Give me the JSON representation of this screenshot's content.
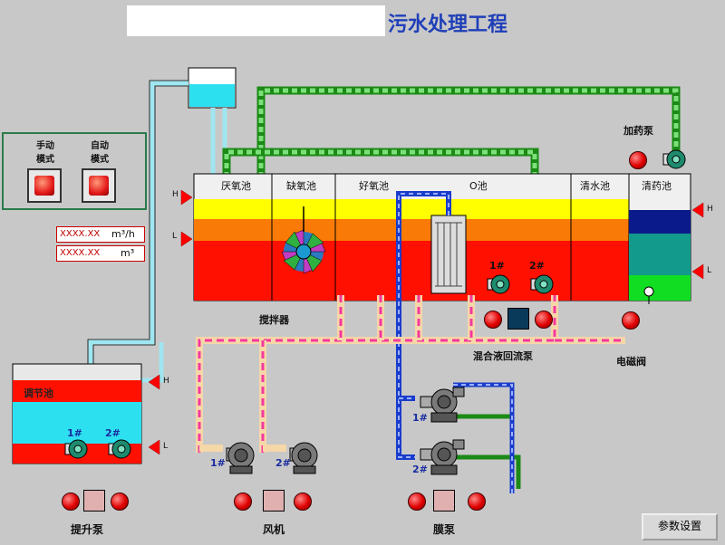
{
  "header": {
    "title": "污水处理工程"
  },
  "mode_panel": {
    "manual_label": "手动\n模式",
    "auto_label": "自动\n模式"
  },
  "meters": {
    "flow_value": "XXXX.XX",
    "flow_unit": "m³/h",
    "total_value": "XXXX.XX",
    "total_unit": "m³"
  },
  "tanks": {
    "anoxic_label": "厌氧池",
    "anoxic2_label": "缺氧池",
    "aerobic_label": "好氧池",
    "o_label": "O池",
    "clear_label": "清水池",
    "dosing_label": "清药池",
    "regulating_label": "调节池"
  },
  "levels": {
    "high": "H",
    "low": "L"
  },
  "pumps": {
    "lift_label": "提升泵",
    "fan_label": "风机",
    "membrane_label": "膜泵",
    "mix_return_label": "混合液回流泵",
    "dosing_pump_label": "加药泵",
    "mixer_label": "搅拌器",
    "solenoid_label": "电磁阀",
    "n1": "1#",
    "n2": "2#"
  },
  "buttons": {
    "params_label": "参数设置"
  },
  "colors": {
    "tank_yellow": "#ffff00",
    "tank_orange": "#f97a06",
    "tank_red": "#ff1000",
    "pipe_cyan": "#9fe6f0",
    "pipe_green": "#55c24a",
    "pipe_pink": "#f5389f",
    "pipe_blue": "#1a3ccc",
    "title_blue": "#1f3fb8"
  },
  "icons": [
    "lamp-icon",
    "pump-icon",
    "fan-icon",
    "membrane-icon",
    "solenoid-valve-icon",
    "indicator-icon"
  ]
}
